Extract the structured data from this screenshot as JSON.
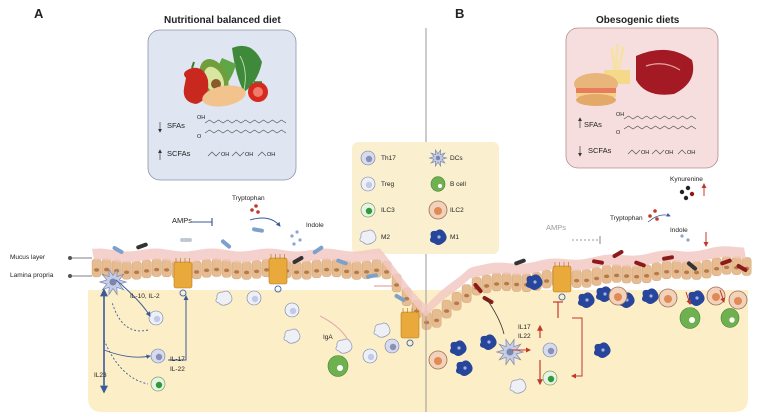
{
  "panels": {
    "a": {
      "letter": "A",
      "title": "Nutritional balanced diet"
    },
    "b": {
      "letter": "B",
      "title": "Obesogenic diets"
    }
  },
  "diet_a": {
    "sfa": "SFAs",
    "scfa": "SCFAs",
    "sfa_trend": "down",
    "scfa_trend": "up"
  },
  "diet_b": {
    "sfa": "SFAs",
    "scfa": "SCFAs",
    "sfa_trend": "up",
    "scfa_trend": "down"
  },
  "chem_labels": {
    "oh": "OH",
    "o": "O"
  },
  "legend": {
    "items": [
      {
        "label": "Th17",
        "cell": "th17"
      },
      {
        "label": "DCs",
        "cell": "dc"
      },
      {
        "label": "Treg",
        "cell": "treg"
      },
      {
        "label": "B cell",
        "cell": "bcell"
      },
      {
        "label": "ILC3",
        "cell": "ilc3"
      },
      {
        "label": "ILC2",
        "cell": "ilc2"
      },
      {
        "label": "M2",
        "cell": "m2"
      },
      {
        "label": "M1",
        "cell": "m1"
      }
    ]
  },
  "tissue": {
    "mucus": "Mucus layer",
    "lamina": "Lamina propria"
  },
  "left_labels": {
    "amps": "AMPs",
    "tryptophan": "Tryptophan",
    "indole": "Indole",
    "il10": "IL-10, IL-2",
    "il23": "IL23",
    "il17": "IL-17",
    "il22": "IL-22",
    "iga": "IgA"
  },
  "right_labels": {
    "amps": "AMPs",
    "tryptophan": "Tryptophan",
    "kynurenine": "Kynurenine",
    "indole": "Indole",
    "il17": "IL17",
    "il22": "IL22"
  },
  "colors": {
    "diet_box_a": "#dfe5f1",
    "diet_box_b": "#f6dede",
    "legend_box": "#faf0cf",
    "lamina": "#fcefc7",
    "epithelium": "#e7bc91",
    "mucus": "#f2c9c3",
    "nucleus": "#b57a4a",
    "m1": "#27459a",
    "bacteria": "#8b1a1a",
    "ilc3": "#2f9a3c",
    "ilc2": "#e08a56",
    "th17": "#8890b5",
    "treg": "#c3cae6",
    "bcell": "#6fb04f",
    "arrow": "#3c5a9a",
    "inhibit": "#c0392b"
  }
}
